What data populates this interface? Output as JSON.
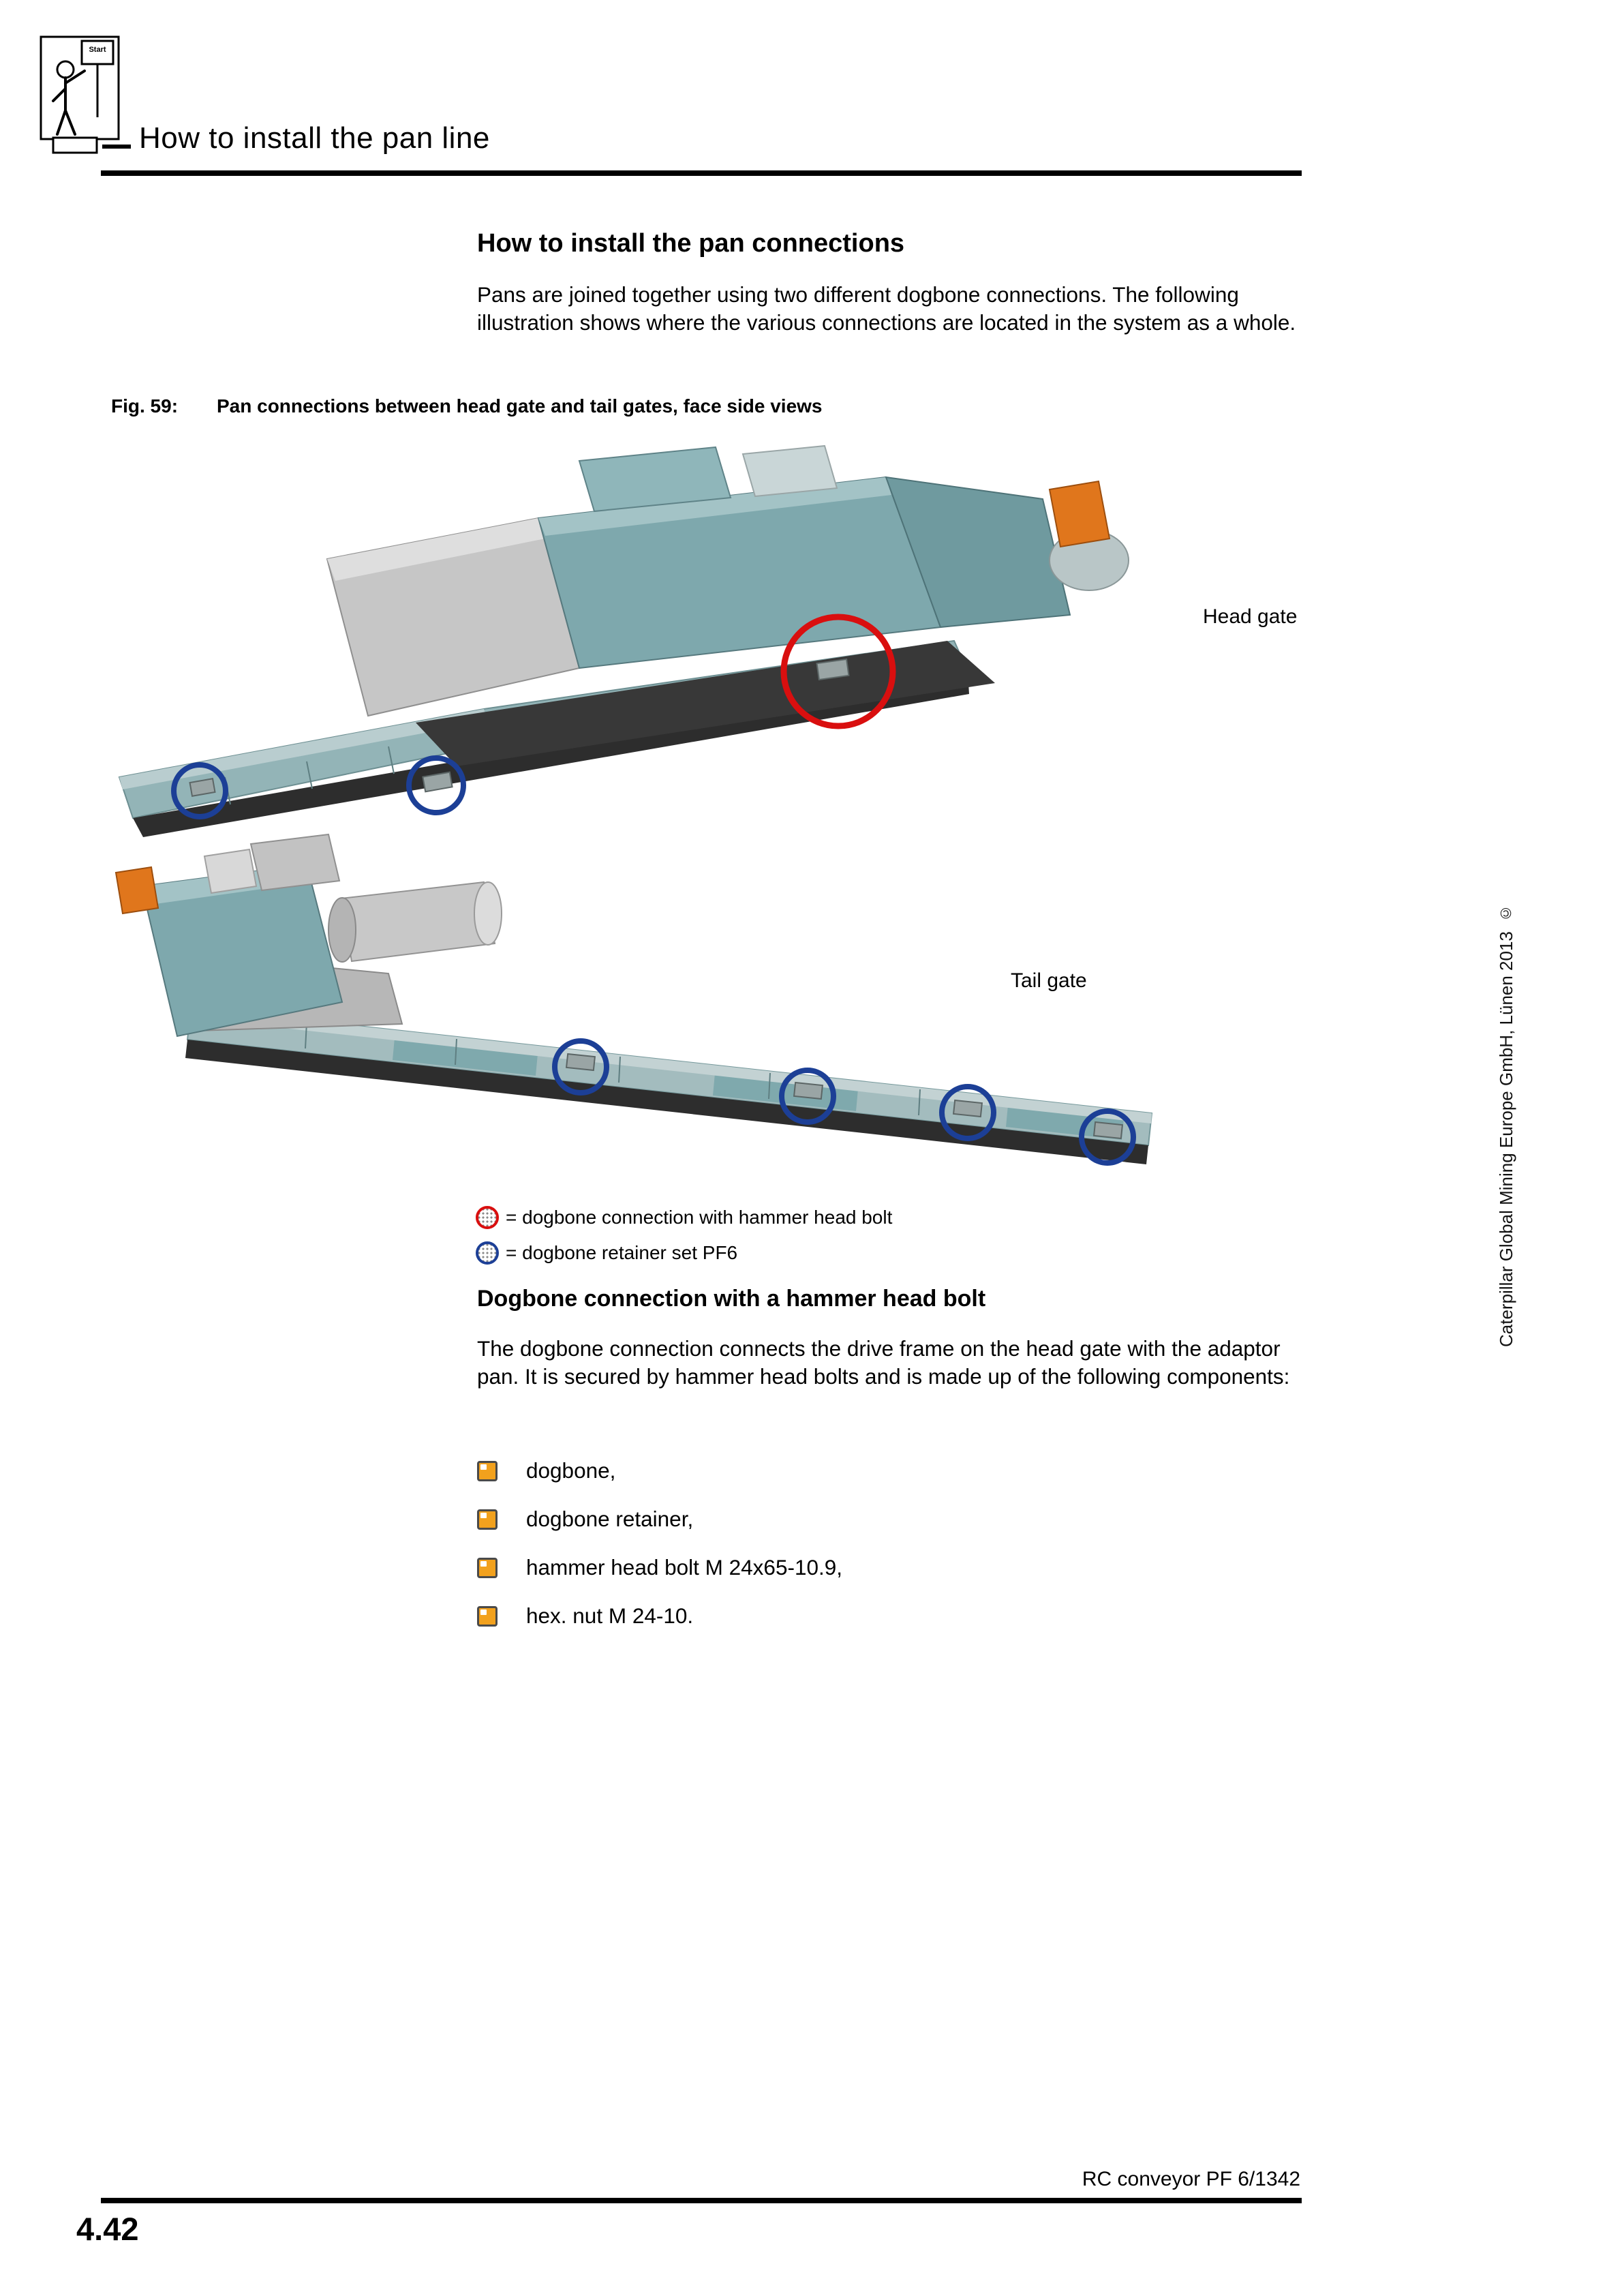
{
  "header": {
    "title": "How to install the pan line",
    "icon_sign": "Start"
  },
  "section": {
    "title": "How to install the pan connections",
    "intro": "Pans are joined together using two different dogbone connections. The following illustration shows where the various connections are located in the system as a whole."
  },
  "figure": {
    "label": "Fig. 59:",
    "caption": "Pan connections between head gate and tail gates, face side views",
    "head_gate_label": "Head gate",
    "tail_gate_label": "Tail gate",
    "legend": [
      {
        "icon": "red-circle-marker",
        "text": "= dogbone connection with hammer head bolt"
      },
      {
        "icon": "blue-circle-marker",
        "text": "= dogbone retainer set PF6"
      }
    ],
    "marker_colors": {
      "red": "#d90f0f",
      "blue": "#1c3f96"
    }
  },
  "subsection": {
    "title": "Dogbone connection with a hammer head bolt",
    "body": "The dogbone connection connects the drive frame on the head gate with the adaptor pan. It is secured by hammer head bolts and is made up of the following components:",
    "bullets": [
      "dogbone,",
      "dogbone retainer,",
      "hammer head bolt M 24x65-10.9,",
      "hex. nut M 24-10."
    ]
  },
  "sidebar": {
    "vertical_text": "Caterpillar Global Mining Europe GmbH, Lünen 2013",
    "copyright": "©"
  },
  "footer": {
    "page_number": "4.42",
    "doc_ref": "RC conveyor PF 6/1342"
  }
}
